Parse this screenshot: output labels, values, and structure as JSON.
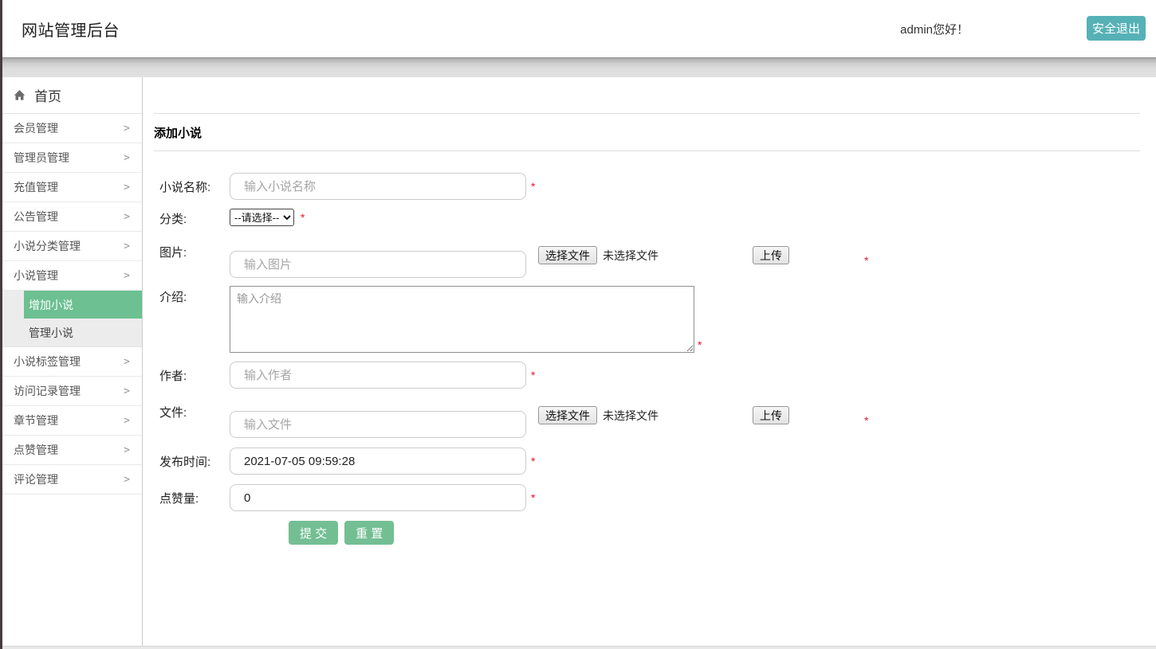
{
  "header": {
    "title": "网站管理后台",
    "greeting": "admin您好！",
    "logout_label": "安全退出"
  },
  "colors": {
    "logout_teal": "#56b1b7",
    "button_green": "#73bf93",
    "active_menu_green": "#6cc091"
  },
  "sidebar": {
    "chevron": ">",
    "home": {
      "label": "首页",
      "icon": "home-icon"
    },
    "menu_top": [
      {
        "label": "会员管理"
      },
      {
        "label": "管理员管理"
      },
      {
        "label": "充值管理"
      },
      {
        "label": "公告管理"
      },
      {
        "label": "小说分类管理"
      },
      {
        "label": "小说管理"
      }
    ],
    "submenu": [
      {
        "label": "增加小说",
        "active": true
      },
      {
        "label": "管理小说",
        "active": false
      }
    ],
    "menu_bottom": [
      {
        "label": "小说标签管理"
      },
      {
        "label": "访问记录管理"
      },
      {
        "label": "章节管理"
      },
      {
        "label": "点赞管理"
      },
      {
        "label": "评论管理"
      }
    ]
  },
  "main": {
    "title": "添加小说",
    "form": {
      "name": {
        "label": "小说名称:",
        "placeholder": "输入小说名称",
        "required": "*"
      },
      "category": {
        "label": "分类:",
        "selected": "--请选择--",
        "required": "*"
      },
      "image": {
        "label": "图片:",
        "placeholder": "输入图片",
        "choose_file": "选择文件",
        "no_file": "未选择文件",
        "upload": "上传",
        "required": "*"
      },
      "intro": {
        "label": "介绍:",
        "placeholder": "输入介绍",
        "required": "*"
      },
      "author": {
        "label": "作者:",
        "placeholder": "输入作者",
        "required": "*"
      },
      "file": {
        "label": "文件:",
        "placeholder": "输入文件",
        "choose_file": "选择文件",
        "no_file": "未选择文件",
        "upload": "上传",
        "required": "*"
      },
      "publish_time": {
        "label": "发布时间:",
        "value": "2021-07-05 09:59:28",
        "required": "*"
      },
      "likes": {
        "label": "点赞量:",
        "value": "0",
        "required": "*"
      },
      "submit_label": "提 交",
      "reset_label": "重 置"
    }
  }
}
